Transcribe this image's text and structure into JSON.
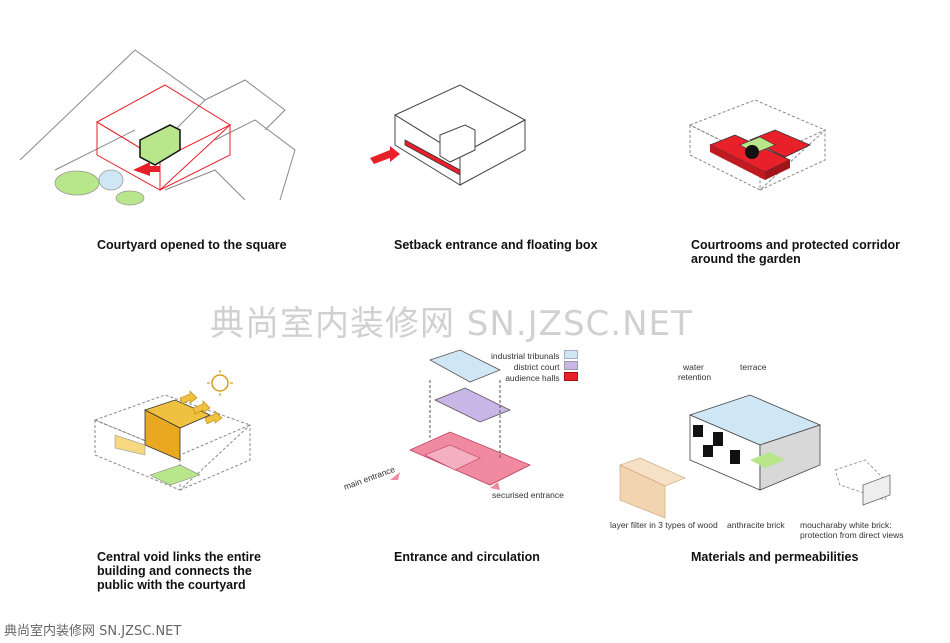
{
  "panels": [
    {
      "caption": [
        "Courtyard opened to the square"
      ]
    },
    {
      "caption": [
        "Setback entrance and floating box"
      ]
    },
    {
      "caption": [
        "Courtrooms and protected corridor",
        "around the garden"
      ]
    },
    {
      "caption": [
        "Central void links the entire",
        "building and connects the",
        "public with the courtyard"
      ]
    },
    {
      "caption": [
        "Entrance and circulation"
      ],
      "legend": [
        "industrial tribunals",
        "district court",
        "audience halls"
      ],
      "labels": {
        "main": "main entrance",
        "secured": "securised entrance"
      }
    },
    {
      "caption": [
        "Materials and permeabilities"
      ],
      "labels": {
        "water1": "water",
        "water2": "retention",
        "terrace": "terrace",
        "wood": "layer filter in 3 types of wood",
        "brick": "anthracite brick",
        "mouch1": "moucharaby white brick:",
        "mouch2": "protection from direct views"
      }
    }
  ],
  "colors": {
    "red": "#e8202a",
    "green": "#b8e68a",
    "yellow": "#f0c040",
    "lightblue": "#cfe6f5",
    "lavender": "#c9b5e6",
    "pink": "#f08aa0"
  },
  "watermark": {
    "center": "典尚室内装修网 SN.JZSC.NET",
    "bottom": "典尚室内装修网 SN.JZSC.NET"
  }
}
